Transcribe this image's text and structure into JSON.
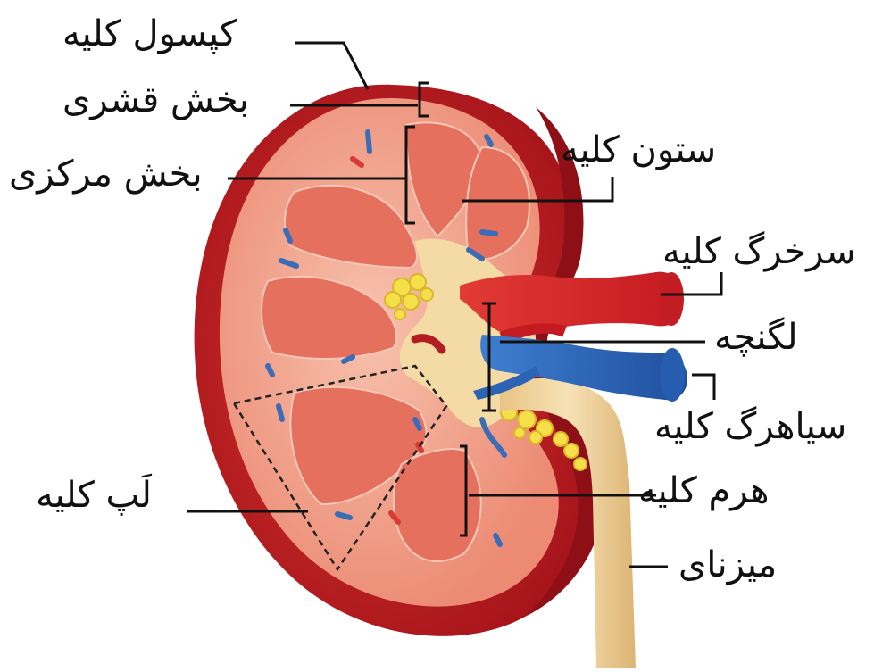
{
  "labels": {
    "capsule": "کپسول کلیه",
    "cortex": "بخش قشری",
    "medulla": "بخش مرکزی",
    "column": "ستون کلیه",
    "artery": "سرخرگ کلیه",
    "pelvis": "لگنچه",
    "vein": "سیاهرگ کلیه",
    "pyramid": "هرم کلیه",
    "lobe": "لَپ کلیه",
    "ureter": "میزنای"
  },
  "colors": {
    "capsule": "#b81a1d",
    "cortex": "#ec8a73",
    "medulla": "#e46e5b",
    "pyramid": "#d85c48",
    "pelvis": "#f2d39a",
    "fat": "#f5e04a",
    "artery": "#d8242b",
    "vein": "#2c63b5",
    "ureter": "#f0cf95"
  }
}
